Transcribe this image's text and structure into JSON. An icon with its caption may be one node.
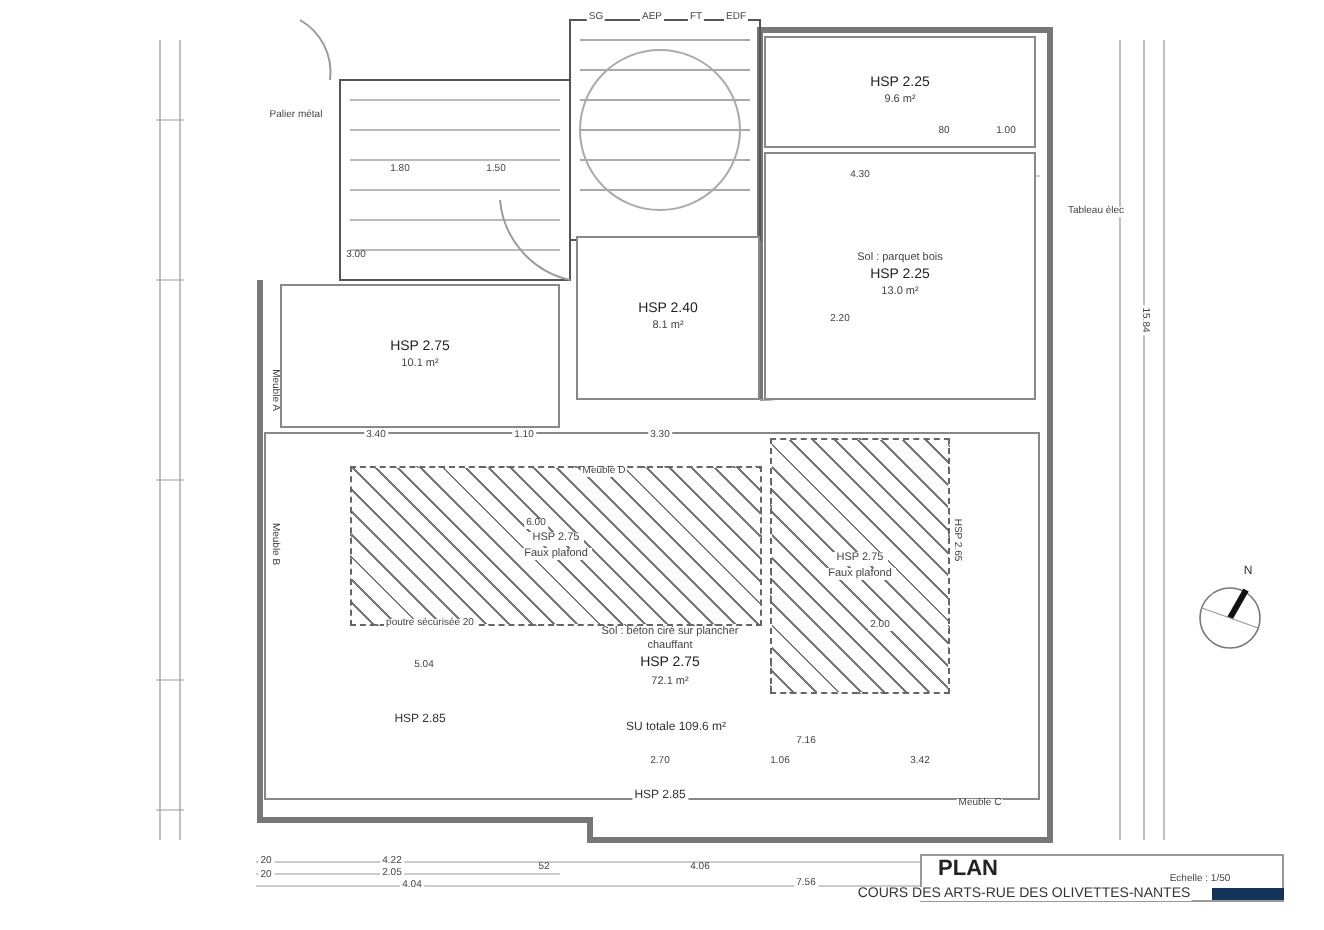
{
  "diagram": {
    "nodes": [
      {
        "text": [
          "HSP 2.25",
          "9.6 m²"
        ]
      },
      {
        "text": [
          "Sol : parquet bois",
          "HSP 2.25",
          "13.0 m²"
        ]
      },
      {
        "text": [
          "HSP 2.40",
          "8.1 m²"
        ]
      },
      {
        "text": [
          "HSP 2.75",
          "10.1 m²"
        ]
      },
      {
        "text": [
          "Sol : béton ciré sur plancher chauffant",
          "HSP 2.75",
          "72.1 m²"
        ]
      },
      {
        "text": [
          "HSP 2.75",
          "Faux plafond"
        ],
        "in": 4
      },
      {
        "text": [
          "HSP 2.75",
          "Faux plafond"
        ],
        "in": 4
      }
    ],
    "labels": [
      "SG",
      "AEP",
      "FT",
      "EDF",
      "Palier métal",
      "1.80",
      "1.50",
      "3.00",
      "4.30",
      "80",
      "1.00",
      "2.20",
      "Tableau élec",
      "3.40",
      "1.10",
      "3.30",
      "Meuble A",
      "Meuble D",
      "6.00",
      "poutre sécurisée 20",
      "Meuble B",
      "HSP 2.65",
      "2.00",
      "5.04",
      "SU totale 109.6 m²",
      "HSP 2.85",
      "7.16",
      "2.70",
      "1.06",
      "3.42",
      "HSP 2.85",
      "Meuble C",
      "15.84",
      "20",
      "4.22",
      "52",
      "4.06",
      "20",
      "2.05",
      "4.04",
      "7.56",
      "PLAN",
      "Echelle : 1/50",
      "COURS DES ARTS-RUE DES OLIVETTES-NANTES",
      "N"
    ]
  }
}
